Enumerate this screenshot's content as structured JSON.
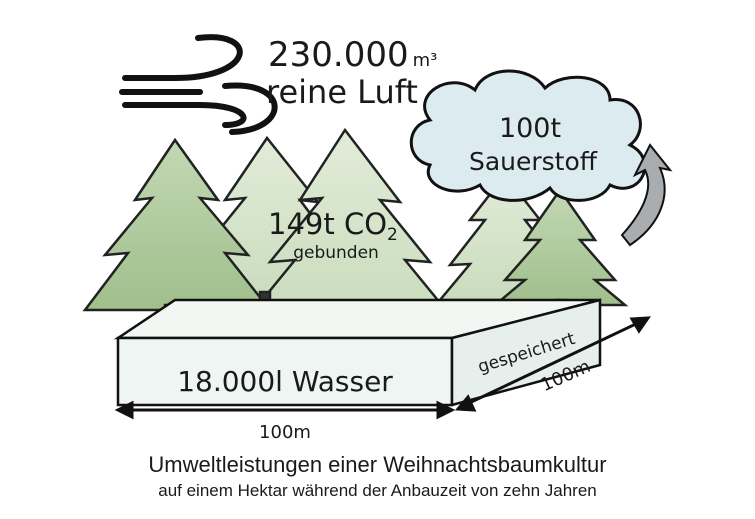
{
  "illustration": {
    "air_amount": "230.000",
    "air_unit": "m³",
    "air_label": "reine Luft",
    "oxygen_amount": "100t",
    "oxygen_label": "Sauerstoff",
    "co2_amount": "149t CO",
    "co2_subscript": "2",
    "co2_label": "gebunden",
    "water_label": "18.000l Wasser",
    "water_side_label": "gespeichert",
    "width_front": "100m",
    "width_side": "100m",
    "icons": [
      "wind-icon",
      "cloud-icon",
      "curved-arrow-icon",
      "fir-tree-icon",
      "dimension-arrow-icon"
    ],
    "colors": {
      "tree": "#b7cfa6",
      "cloud": "#dcebf0",
      "ground": "#eef5f2",
      "arrow": "#a9adb0"
    }
  },
  "caption": {
    "title": "Umweltleistungen einer Weihnachtsbaumkultur",
    "subtitle": "auf einem Hektar während der Anbauzeit von zehn Jahren"
  }
}
